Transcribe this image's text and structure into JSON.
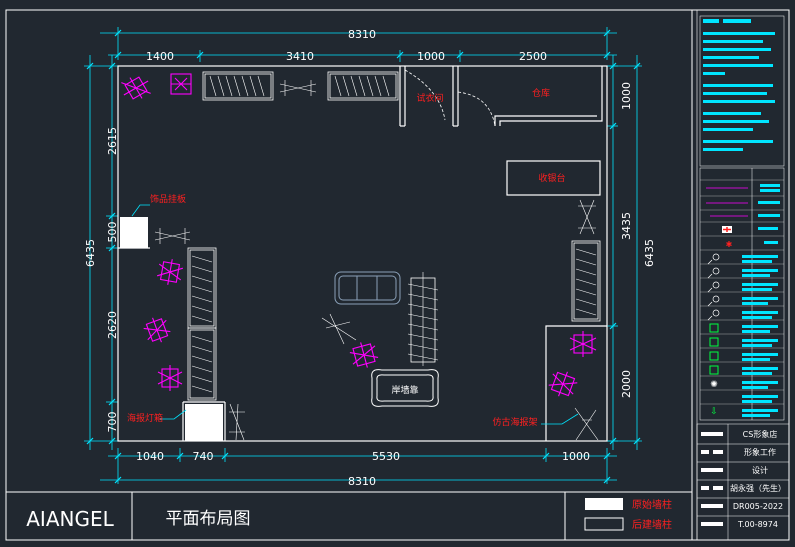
{
  "title_block": {
    "brand": "AIANGEL",
    "drawing_title": "平面布局图",
    "legend_original_wall": "原始墙柱",
    "legend_new_wall": "后建墙柱"
  },
  "dimensions": {
    "top_total": "8310",
    "top_segments": [
      "1400",
      "3410",
      "1000",
      "2500"
    ],
    "bottom_total": "8310",
    "bottom_segments": [
      "1040",
      "740",
      "5530",
      "1000"
    ],
    "left_total": "6435",
    "left_segments": [
      "2615",
      "500",
      "2620",
      "700"
    ],
    "right_total": "6435",
    "right_segments": [
      "1000",
      "3435",
      "2000"
    ]
  },
  "room_labels": {
    "fitting_room": "试衣间",
    "warehouse": "仓库",
    "cashier": "收银台",
    "accessory_wall": "饰品挂板",
    "ocean_light": "海报灯箱",
    "island": "岸墙靠",
    "antique_shelf": "仿古海报架"
  },
  "info_values": {
    "row1": "CS形象店",
    "row2": "形象工作",
    "row3": "设计",
    "row4": "胡永强（先生）",
    "row5": "DR005-2022",
    "row6": "T.00-8974"
  },
  "colors": {
    "background": "#212830",
    "wall": "#ffffff",
    "dimension": "#00e5ff",
    "mannequin": "#ff00ff",
    "annotation": "#ff2020",
    "sofa": "#8aa0b8"
  }
}
